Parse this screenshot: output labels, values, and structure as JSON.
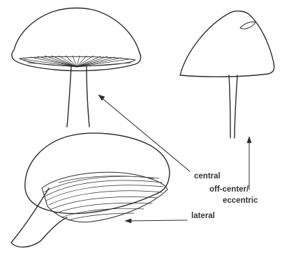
{
  "labels": {
    "central": "central",
    "off_center_line1": "off-center/",
    "off_center_line2": "eccentric",
    "lateral": "lateral"
  },
  "colors": {
    "ink": "#2b2b2b",
    "label": "#333333",
    "background": "#ffffff"
  }
}
